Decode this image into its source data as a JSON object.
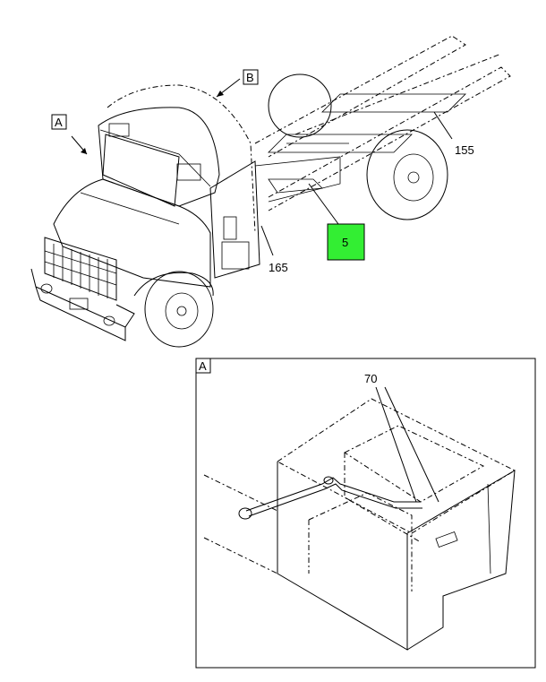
{
  "callouts": {
    "view_a": "A",
    "view_b": "B",
    "part_155": "155",
    "part_165": "165",
    "part_5": "5",
    "part_70": "70",
    "detail_a": "A"
  },
  "colors": {
    "highlight": "#33ee33",
    "line": "#000000",
    "background": "#ffffff"
  }
}
